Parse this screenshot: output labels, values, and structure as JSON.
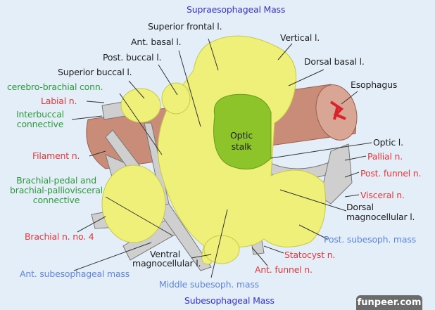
{
  "titles": {
    "supra": "Supraesophageal Mass",
    "sub": "Subesophageal Mass"
  },
  "labels": {
    "superior_frontal": "Superior frontal l.",
    "ant_basal": "Ant. basal l.",
    "post_buccal": "Post. buccal l.",
    "superior_buccal": "Superior buccal l.",
    "cerebro_brachial": "cerebro-brachial conn.",
    "labial": "Labial n.",
    "interbuccal_1": "Interbuccal",
    "interbuccal_2": "connective",
    "filament": "Filament n.",
    "brachial_pedal_1": "Brachial-pedal and",
    "brachial_pedal_2": "brachial-palliovisceral",
    "brachial_pedal_3": "connective",
    "brachial_n4": "Brachial n. no. 4",
    "ant_subesophageal": "Ant. subesophageal mass",
    "ventral_magno_1": "Ventral",
    "ventral_magno_2": "magnocellular l.",
    "middle_subesoph": "Middle subesoph. mass",
    "ant_funnel": "Ant. funnel n.",
    "statocyst": "Statocyst n.",
    "post_subesoph": "Post. subesoph. mass",
    "dorsal_magno_1": "Dorsal",
    "dorsal_magno_2": "magnocellular l.",
    "visceral": "Visceral n.",
    "post_funnel": "Post. funnel n.",
    "pallial": "Pallial n.",
    "optic_l": "Optic l.",
    "esophagus": "Esophagus",
    "dorsal_basal": "Dorsal basal l.",
    "vertical": "Vertical l.",
    "optic_stalk_1": "Optic",
    "optic_stalk_2": "stalk"
  },
  "watermark": "funpeer.com",
  "colors": {
    "background": "#e4eef9",
    "ganglion": "#eef07a",
    "optic_stalk": "#8cc42a",
    "esophagus": "#c98c78",
    "nerve": "#c8c8c8",
    "red_label": "#e0393b",
    "green_label": "#2f9a3c",
    "title": "#3535c8",
    "blue_label": "#5f86dd"
  }
}
